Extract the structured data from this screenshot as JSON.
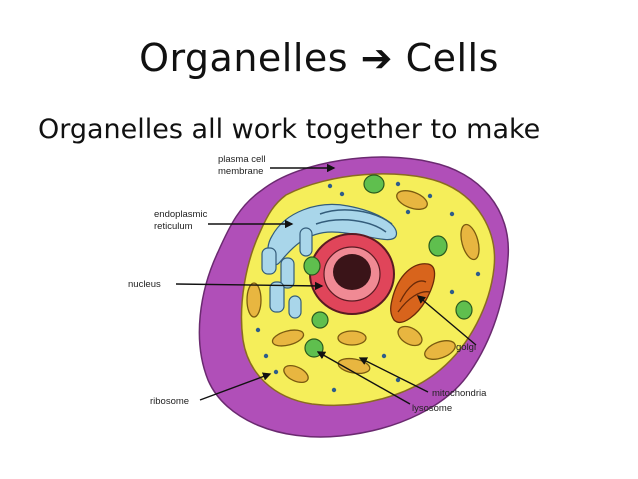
{
  "slide": {
    "title": "Organelles ➔ Cells",
    "subtitle": "Organelles all work together to make"
  },
  "labels": {
    "plasma_line1": "plasma cell",
    "plasma_line2": "membrane",
    "er_line1": "endoplasmic",
    "er_line2": "reticulum",
    "nucleus": "nucleus",
    "golgi": "golgi",
    "ribosome": "ribosome",
    "mitochondria": "mitochondria",
    "lysosome": "lysosome"
  },
  "colors": {
    "outer_membrane": "#b04fb8",
    "cytoplasm": "#f5ee5a",
    "nucleus_outer": "#e0455a",
    "nucleolus": "#3a1418",
    "er": "#a9d6ea",
    "golgi": "#d8641c",
    "mitochondria": "#e8b640",
    "lysosome": "#5fbf4e",
    "ribosome": "#2e5d8a"
  }
}
